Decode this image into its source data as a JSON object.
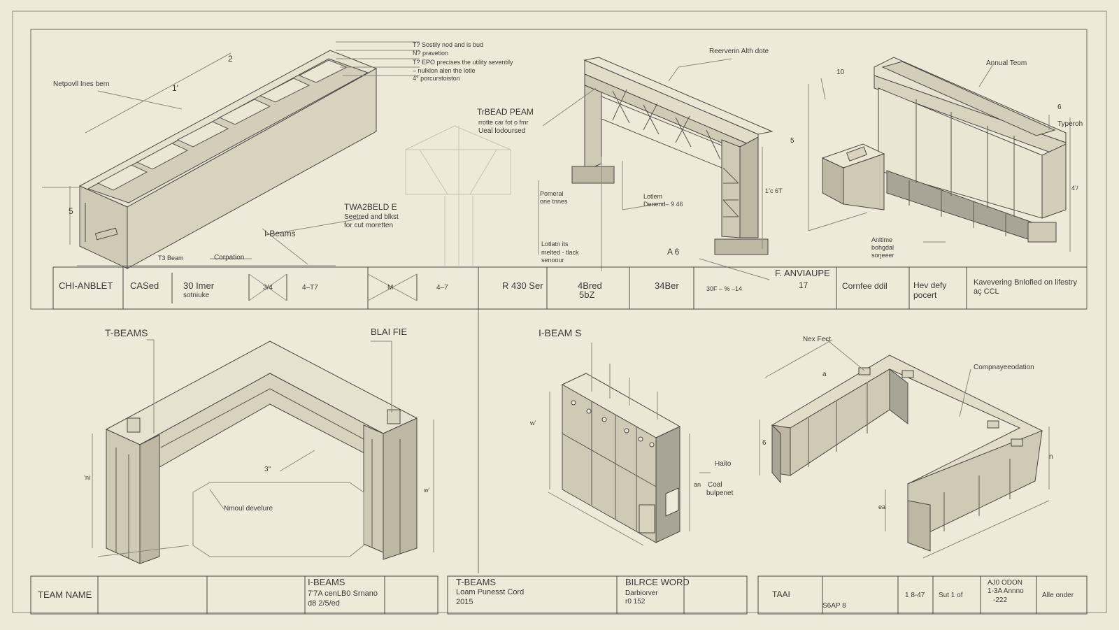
{
  "sheet": {
    "colors": {
      "paper": "#efe9da",
      "ink": "#4a4741",
      "fill": "#cfcab8",
      "fill_dark": "#a9a596",
      "faint": "#c9c2ae"
    }
  },
  "top_drawings": {
    "beam_left": {
      "label_main": "Netpovll Ines bern",
      "notes": [
        "T? Sostily nod and is bud",
        "N? pravetion",
        "T? EPO precises the utility seventily",
        "– nulklon alen the lotle",
        "4° porcurstoiston"
      ],
      "dims": [
        "2",
        "1'",
        "5"
      ],
      "callout_ibeams": "I-Beams",
      "callout_t3": "T3 Beam",
      "callout_corp": "Corpation"
    },
    "center_note": {
      "title": "TrBEAD PEAM",
      "sub": [
        "rrotte car fot o fmr",
        "Ueal lodoursed"
      ]
    },
    "twa_note": {
      "title": "TWA2BELD E",
      "sub": [
        "Seetred and blkst",
        "for cut moretten"
      ]
    },
    "truss": {
      "label_top": "Reerverin Alth dote",
      "label_pointed": [
        "Pomeral",
        "one tnnes"
      ],
      "label_lateln": [
        "Lotlem",
        "Denend– 9 46"
      ],
      "label_lotte": [
        "Lotlatn its",
        "melted - tlack",
        "senoour"
      ],
      "dims": [
        "1’c 6T",
        "A 6"
      ]
    },
    "counter": {
      "label_top": "Annual Teom",
      "label_typ": "Typeroh",
      "label_anti": [
        "Anltime",
        "bohgdal",
        "sorjeeer"
      ],
      "dims": [
        "10",
        "5",
        "6",
        "4’/"
      ]
    }
  },
  "top_table": {
    "cells": [
      {
        "text": [
          "CHI-ANBLET"
        ]
      },
      {
        "text": [
          "CASed"
        ]
      },
      {
        "text": [
          "30 Imer",
          "sotniuke"
        ]
      },
      {
        "text": [
          "3/4"
        ]
      },
      {
        "text": [
          "4–T7"
        ]
      },
      {
        "text": [
          "M"
        ]
      },
      {
        "text": [
          "4–7"
        ]
      },
      {
        "text": [
          "R 430 Ser"
        ]
      },
      {
        "text": [
          "4Bred",
          "5bZ"
        ]
      },
      {
        "text": [
          "34Ber"
        ]
      },
      {
        "text": [
          "F. ANVIAUPE",
          "17"
        ]
      },
      {
        "text": [
          "30F – % –14"
        ]
      },
      {
        "text": [
          "Cornfee ddil"
        ]
      },
      {
        "text": [
          "Hev defy",
          "pocert"
        ]
      },
      {
        "text": [
          "Kavevering Bnlofied on lifestry",
          "aç CCL"
        ]
      }
    ]
  },
  "bottom_drawings": {
    "frame": {
      "title": "T-BEAMS",
      "label_right": "BLAI FIE",
      "label_mid": "Nmoul develure",
      "dims": [
        "3\"",
        "’ni",
        "w’"
      ]
    },
    "wall": {
      "title": "I-BEAM  S",
      "label_haite": "Haito",
      "label_coal": [
        "Coal",
        "bulpenet"
      ],
      "dims": [
        "w’",
        "an"
      ]
    },
    "ushape": {
      "label_nex": "Nex Fect",
      "label_comp": "Compnayeeodation",
      "dims": [
        "a",
        "6",
        "n",
        "ea"
      ]
    }
  },
  "bottom_tables": {
    "left": {
      "name_label": "TEAM NAME",
      "beam_title": "I-BEAMS",
      "beam_line2": "7'7A cenLB0 Srnano",
      "beam_line3": "d8 2/5/ed"
    },
    "mid": {
      "line1": "T-BEAMS",
      "line2": "Loam Punesst Cord",
      "line3": "2015",
      "right1": "BILRCE WORD",
      "right2": "Darbiorver",
      "right3": "r0 152"
    },
    "right": {
      "c1": "TAAI",
      "c2": "S6AP 8",
      "c3": "1 8-47",
      "c4": "Sut 1 of",
      "c5a": "AJ0 ODON",
      "c5b": "1-3A Annno",
      "c5c": "-222",
      "c6": "Alle onder"
    }
  }
}
